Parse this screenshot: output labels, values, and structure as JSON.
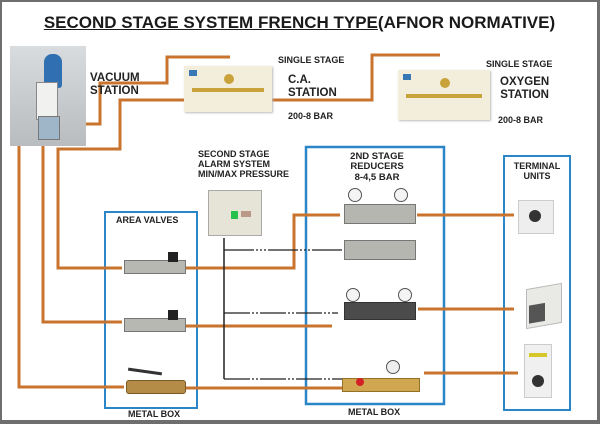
{
  "title": {
    "underlined": "SECOND STAGE SYSTEM FRENCH TYPE",
    "rest": "(AFNOR NORMATIVE)"
  },
  "vacuum_station": {
    "line1": "VACUUM",
    "line2": "STATION"
  },
  "ca_station": {
    "stage": "SINGLE STAGE",
    "line1": "C.A.",
    "line2": "STATION",
    "pressure": "200-8 BAR"
  },
  "oxygen_station": {
    "stage": "SINGLE STAGE",
    "line1": "OXYGEN",
    "line2": "STATION",
    "pressure": "200-8 BAR"
  },
  "alarm": {
    "line1": "SECOND STAGE",
    "line2": "ALARM SYSTEM",
    "line3": "MIN/MAX PRESSURE"
  },
  "reducers": {
    "line1": "2ND STAGE",
    "line2": "REDUCERS",
    "line3": "8-4,5 BAR"
  },
  "area_valves": {
    "label": "AREA VALVES",
    "box_label": "METAL BOX"
  },
  "reducer_box": {
    "box_label": "METAL BOX"
  },
  "terminal_units": {
    "line1": "TERMINAL",
    "line2": "UNITS"
  },
  "colors": {
    "pipe": "#c8732e",
    "box": "#2a86c6",
    "wire": "#222222"
  }
}
